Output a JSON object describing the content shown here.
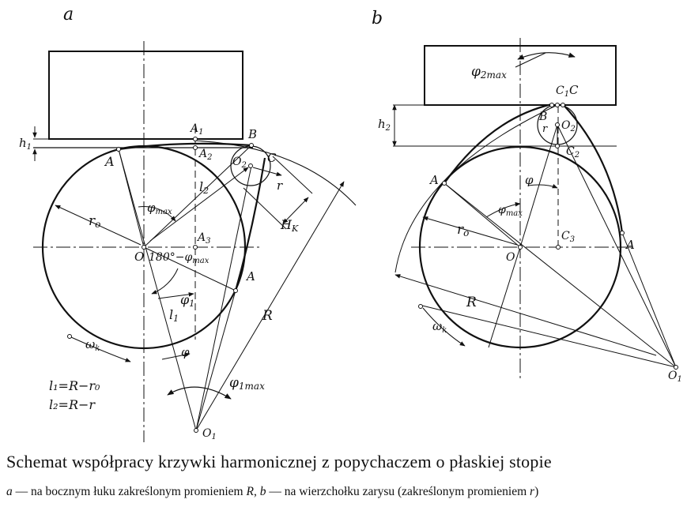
{
  "figure": {
    "panels": [
      "a",
      "b"
    ],
    "labels_a": {
      "A_left": "A",
      "A1": "A",
      "A1_sub": "1",
      "A2": "A",
      "A2_sub": "2",
      "A3": "A",
      "A3_sub": "3",
      "B": "B",
      "C": "C",
      "O2": "O",
      "O2_sub": "2",
      "r": "r",
      "l2": "l",
      "l2_sub": "2",
      "HK": "H",
      "HK_sub": "K",
      "ro": "r",
      "ro_sub": "o",
      "phimax": "φ",
      "phimax_sub": "max",
      "O": "O",
      "angle180": "180°−φ",
      "angle180_sub": "max",
      "A_right": "A",
      "phi1": "φ",
      "phi1_sub": "1",
      "l1": "l",
      "l1_sub": "1",
      "R": "R",
      "phi": "φ",
      "phi1max": "φ",
      "phi1max_sub": "1max",
      "omega": "ω",
      "omega_sub": "k",
      "h1": "h",
      "h1_sub": "1",
      "O1": "O",
      "O1_sub": "1",
      "formula1": "l₁=R−r₀",
      "formula2": "l₂=R−r"
    },
    "labels_b": {
      "phi2max": "φ",
      "phi2max_sub": "2max",
      "C1": "C",
      "C1_sub": "1",
      "C": "C",
      "B": "B",
      "r": "r",
      "O2": "O",
      "O2_sub": "2",
      "C2": "C",
      "C2_sub": "2",
      "h2": "h",
      "h2_sub": "2",
      "A_left": "A",
      "phi": "φ",
      "phimax": "φ",
      "phimax_sub": "max",
      "ro": "r",
      "ro_sub": "o",
      "O": "O",
      "C3": "C",
      "C3_sub": "3",
      "A_right": "A",
      "R": "R",
      "omega": "ω",
      "omega_sub": "k",
      "O1": "O",
      "O1_sub": "1"
    }
  },
  "caption": {
    "title": "Schemat współpracy krzywki harmonicznej z popychaczem o płaskiej stopie",
    "sub_a_letter": "a",
    "sub_a_text": " — na bocznym łuku zakreślonym promieniem ",
    "sub_a_R": "R",
    "sub_sep": ", ",
    "sub_b_letter": "b",
    "sub_b_text": " — na wierzchołku zarysu (zakreślonym promieniem ",
    "sub_b_r": "r",
    "sub_end": ")"
  }
}
